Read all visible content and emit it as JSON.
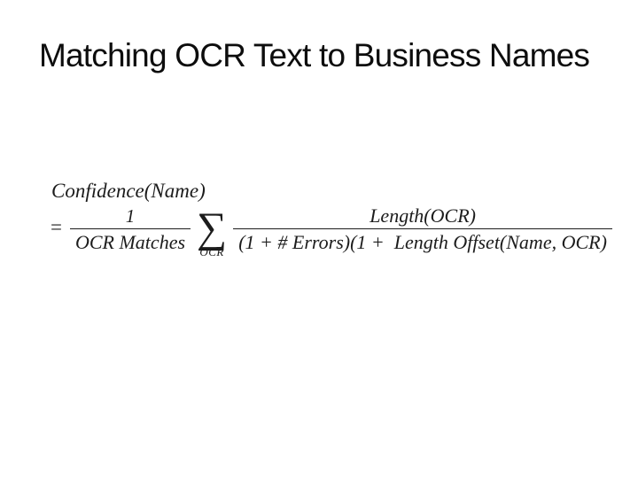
{
  "slide": {
    "title": "Matching OCR Text to Business Names",
    "formula": {
      "lhs": "Confidence(Name)",
      "equals": "=",
      "frac1": {
        "numerator": "1",
        "denominator": "OCR Matches"
      },
      "sum": {
        "symbol": "∑",
        "subscript": "OCR"
      },
      "frac2": {
        "numerator": "Length(OCR)",
        "denominator": "(1 + # Errors)(1 +  Length Offset(Name, OCR)"
      }
    },
    "colors": {
      "background": "#ffffff",
      "title_text": "#0d0d0d",
      "formula_text": "#1c1c1c"
    }
  }
}
